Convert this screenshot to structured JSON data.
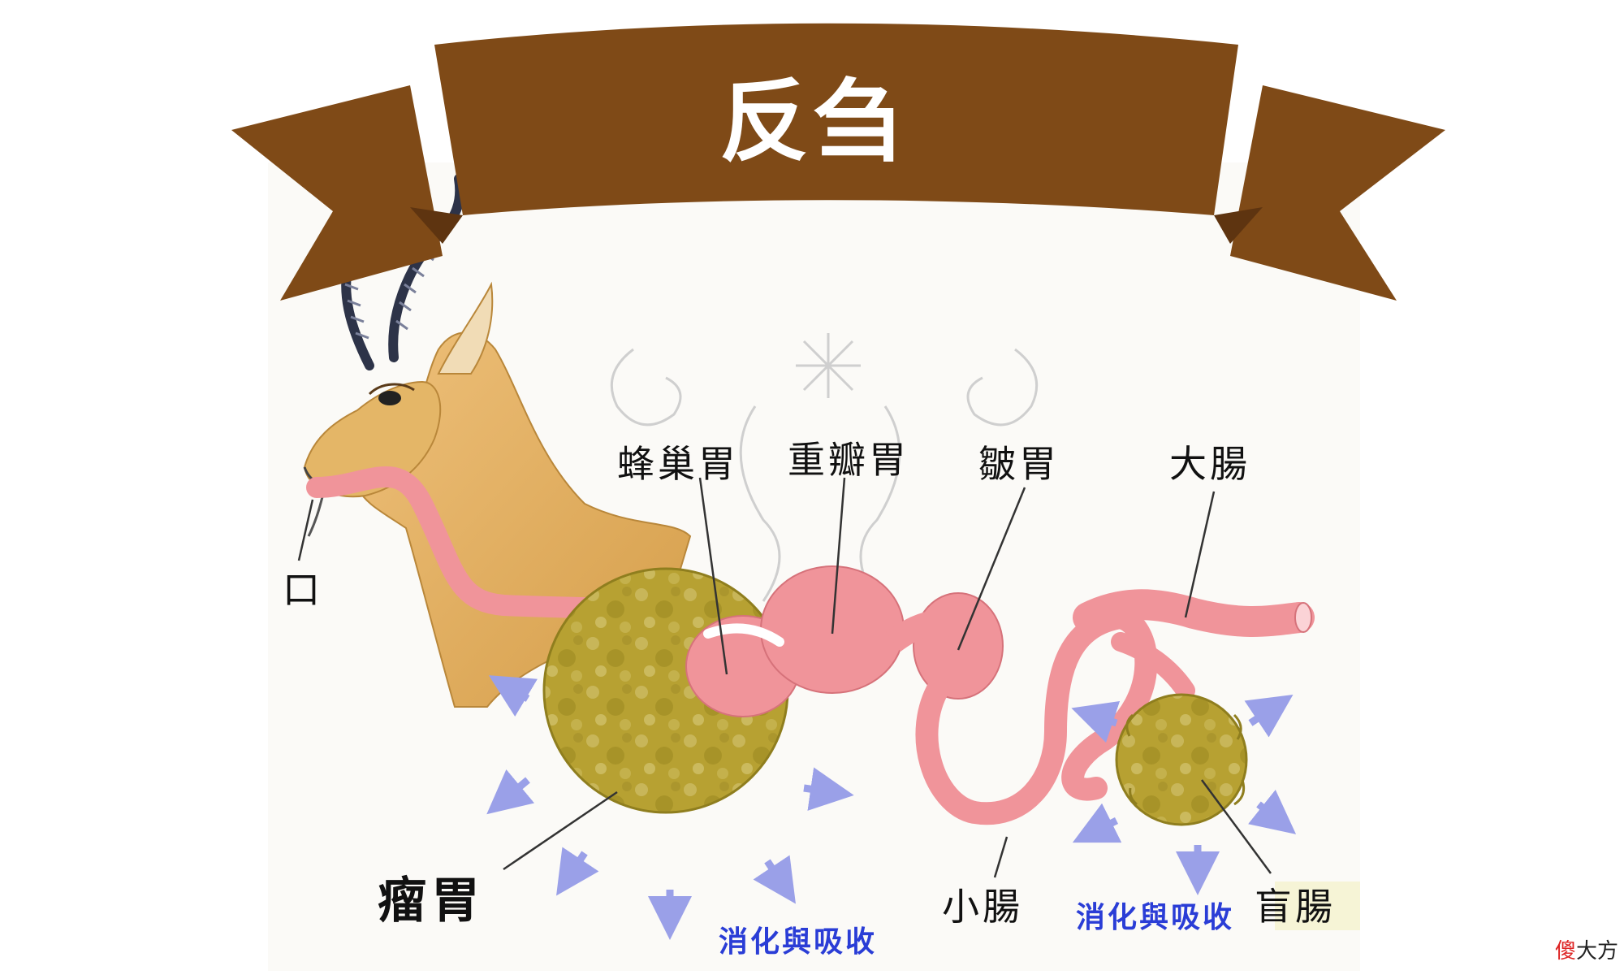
{
  "title": "反刍",
  "labels": {
    "mouth": "口",
    "reticulum": "蜂巢胃",
    "omasum": "重瓣胃",
    "abomasum": "皺胃",
    "large_intestine": "大腸",
    "rumen": "瘤胃",
    "small_intestine": "小腸",
    "cecum": "盲腸",
    "digestion_1": "消化與吸收",
    "digestion_2": "消化與吸收"
  },
  "watermark": {
    "red": "傻",
    "rest": "大方"
  },
  "colors": {
    "banner": "#7f4a17",
    "gut": "#f0949a",
    "rumen": "#b7a132",
    "fur": "#e2b25e",
    "arrow": "#9aa0e8"
  }
}
